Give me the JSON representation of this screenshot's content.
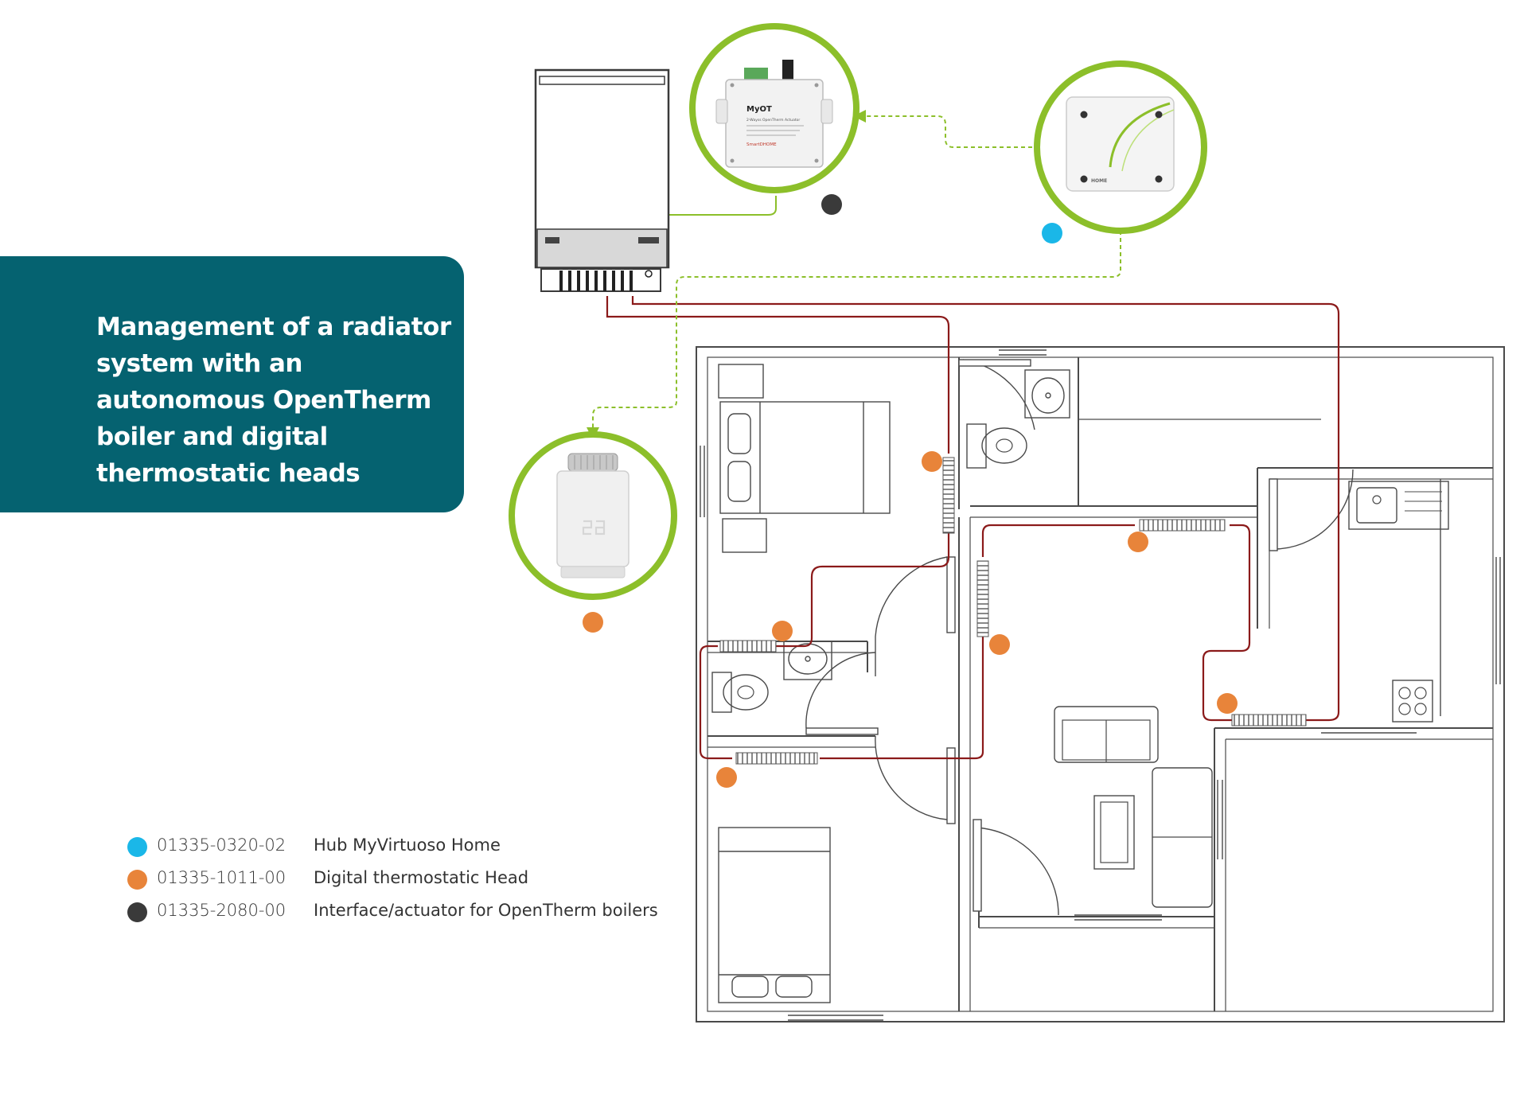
{
  "title": "Management of a radiator system with an autonomous OpenTherm boiler and digital thermostatic heads",
  "colors": {
    "hub": "#1ab7e8",
    "thermostatic_head": "#e8843a",
    "interface": "#3a3a3a",
    "panel": "#056270",
    "pipe": "#8b1a1a",
    "wireless_link": "#8cbf2a",
    "device_ring": "#8cbf2a"
  },
  "devices": {
    "myot": {
      "name": "MyOT",
      "subtitle": "2-Wayss OpenTherm Actuator",
      "brand": "SmartDHOME"
    },
    "hub": {
      "brand": "HOME"
    }
  },
  "legend": [
    {
      "code": "01335-0320-02",
      "label": "Hub MyVirtuoso Home",
      "color": "#1ab7e8"
    },
    {
      "code": "01335-1011-00",
      "label": "Digital thermostatic Head",
      "color": "#e8843a"
    },
    {
      "code": "01335-2080-00",
      "label": "Interface/actuator for OpenTherm boilers",
      "color": "#3a3a3a"
    }
  ]
}
